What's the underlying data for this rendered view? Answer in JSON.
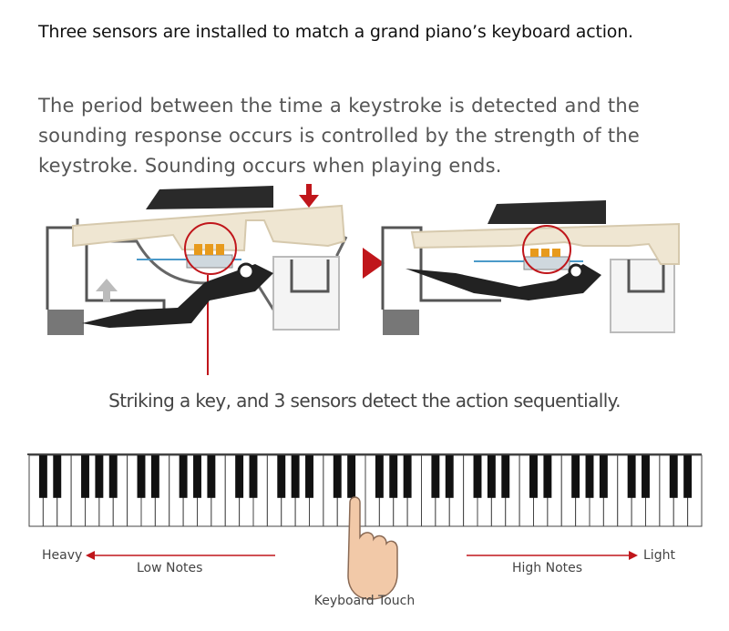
{
  "headline": "Three sensors are installed to match a grand piano’s keyboard action.",
  "description": "The period between the time a keystroke is detected and the sounding response occurs is controlled by the strength of the keystroke. Sounding occurs when playing ends.",
  "caption": "Striking a key, and 3 sensors detect the action sequentially.",
  "keyboard": {
    "white_key_count": 48,
    "left_end_label": "Heavy",
    "left_range_label": "Low Notes",
    "right_end_label": "Light",
    "right_range_label": "High Notes",
    "center_label": "Keyboard Touch"
  },
  "colors": {
    "accent_red": "#c0161b",
    "key_tan": "#efe6d2",
    "sensor_orange": "#e79a1c",
    "hammer_black": "#222222",
    "frame_gray": "#555555",
    "hand_skin": "#f2c9a8"
  }
}
